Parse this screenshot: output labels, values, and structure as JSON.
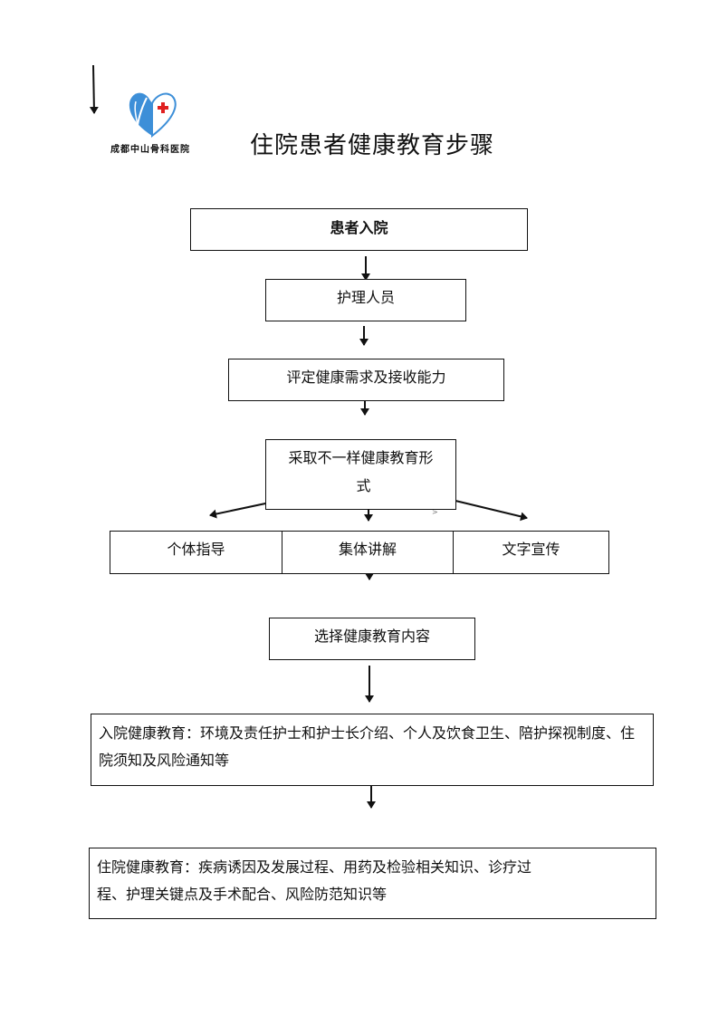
{
  "header": {
    "title": "住院患者健康教育步骤",
    "logo_text": "成都中山骨科医院"
  },
  "flow": {
    "step_admission": "患者入院",
    "step_nurse": "护理人员",
    "step_assess": "评定健康需求及接收能力",
    "step_forms_line1": "采取不一样健康教育形",
    "step_forms_line2": "式",
    "forms": [
      "个体指导",
      "集体讲解",
      "文字宣传"
    ],
    "step_content": "选择健康教育内容",
    "admission_education": "入院健康教育：环境及责任护士和护士长介绍、个人及饮食卫生、陪护探视制度、住院须知及风险通知等",
    "hospital_education_part1": "住院健康教育：疾病诱因及发展过程、用药及检验相关知识、诊疗过",
    "hospital_education_part2": "程、护理关键点及手术配合、风险防范知识等",
    "stray_mark": ">"
  },
  "colors": {
    "logo_blue": "#3d8fd8",
    "logo_red": "#e02020"
  }
}
